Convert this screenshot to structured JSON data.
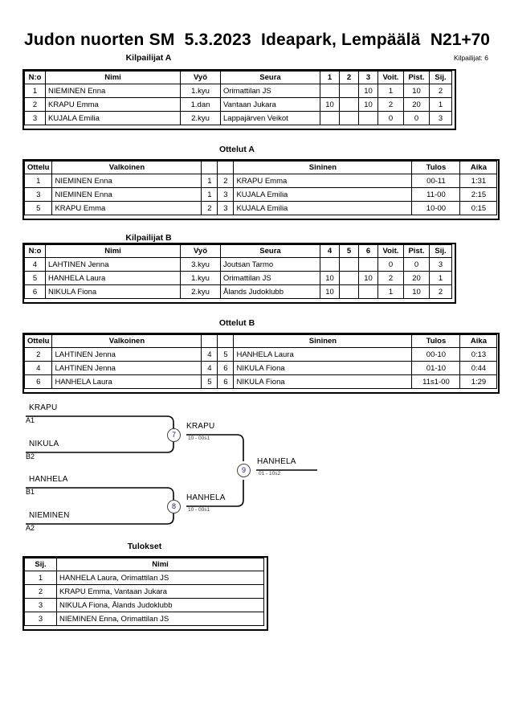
{
  "header": {
    "title": "Judon nuorten SM  5.3.2023  Ideapark, Lempäälä",
    "category": "N21+70",
    "entrants_label": "Kilpailijat: 6"
  },
  "pool_a": {
    "caption": "Kilpailijat A",
    "columns": [
      "N:o",
      "Nimi",
      "Vyö",
      "Seura",
      "1",
      "2",
      "3",
      "Voit.",
      "Pist.",
      "Sij."
    ],
    "rows": [
      {
        "no": "1",
        "name": "NIEMINEN Enna",
        "belt": "1.kyu",
        "club": "Orimattilan JS",
        "m1": "",
        "m2": "",
        "m3": "10",
        "wins": "1",
        "points": "10",
        "rank": "2"
      },
      {
        "no": "2",
        "name": "KRAPU Emma",
        "belt": "1.dan",
        "club": "Vantaan Jukara",
        "m1": "10",
        "m2": "",
        "m3": "10",
        "wins": "2",
        "points": "20",
        "rank": "1"
      },
      {
        "no": "3",
        "name": "KUJALA Emilia",
        "belt": "2.kyu",
        "club": "Lappajärven Veikot",
        "m1": "",
        "m2": "",
        "m3": "",
        "wins": "0",
        "points": "0",
        "rank": "3"
      }
    ]
  },
  "matches_a": {
    "caption": "Ottelut A",
    "columns": [
      "Ottelu",
      "Valkoinen",
      "",
      "",
      "Sininen",
      "Tulos",
      "Aika"
    ],
    "rows": [
      {
        "no": "1",
        "white": "NIEMINEN Enna",
        "wn": "1",
        "bn": "2",
        "blue": "KRAPU Emma",
        "result": "00-11",
        "time": "1:31"
      },
      {
        "no": "3",
        "white": "NIEMINEN Enna",
        "wn": "1",
        "bn": "3",
        "blue": "KUJALA Emilia",
        "result": "11-00",
        "time": "2:15"
      },
      {
        "no": "5",
        "white": "KRAPU Emma",
        "wn": "2",
        "bn": "3",
        "blue": "KUJALA Emilia",
        "result": "10-00",
        "time": "0:15"
      }
    ]
  },
  "pool_b": {
    "caption": "Kilpailijat B",
    "columns": [
      "N:o",
      "Nimi",
      "Vyö",
      "Seura",
      "4",
      "5",
      "6",
      "Voit.",
      "Pist.",
      "Sij."
    ],
    "rows": [
      {
        "no": "4",
        "name": "LAHTINEN Jenna",
        "belt": "3.kyu",
        "club": "Joutsan Tarmo",
        "m1": "",
        "m2": "",
        "m3": "",
        "wins": "0",
        "points": "0",
        "rank": "3"
      },
      {
        "no": "5",
        "name": "HANHELA Laura",
        "belt": "1.kyu",
        "club": "Orimattilan JS",
        "m1": "10",
        "m2": "",
        "m3": "10",
        "wins": "2",
        "points": "20",
        "rank": "1"
      },
      {
        "no": "6",
        "name": "NIKULA Fiona",
        "belt": "2.kyu",
        "club": "Ålands Judoklubb",
        "m1": "10",
        "m2": "",
        "m3": "",
        "wins": "1",
        "points": "10",
        "rank": "2"
      }
    ]
  },
  "matches_b": {
    "caption": "Ottelut B",
    "columns": [
      "Ottelu",
      "Valkoinen",
      "",
      "",
      "Sininen",
      "Tulos",
      "Aika"
    ],
    "rows": [
      {
        "no": "2",
        "white": "LAHTINEN Jenna",
        "wn": "4",
        "bn": "5",
        "blue": "HANHELA Laura",
        "result": "00-10",
        "time": "0:13"
      },
      {
        "no": "4",
        "white": "LAHTINEN Jenna",
        "wn": "4",
        "bn": "6",
        "blue": "NIKULA Fiona",
        "result": "01-10",
        "time": "0:44"
      },
      {
        "no": "6",
        "white": "HANHELA Laura",
        "wn": "5",
        "bn": "6",
        "blue": "NIKULA Fiona",
        "result": "11s1-00",
        "time": "1:29"
      }
    ]
  },
  "bracket": {
    "entries": [
      {
        "name": "KRAPU",
        "seed": "A1"
      },
      {
        "name": "NIKULA",
        "seed": "B2"
      },
      {
        "name": "HANHELA",
        "seed": "B1"
      },
      {
        "name": "NIEMINEN",
        "seed": "A2"
      }
    ],
    "semifinals": [
      {
        "number": "7",
        "winner": "KRAPU",
        "score": "10 - 00s1"
      },
      {
        "number": "8",
        "winner": "HANHELA",
        "score": "10 - 00s1"
      }
    ],
    "final": {
      "number": "9",
      "winner": "HANHELA",
      "score": "01 - 10s2"
    }
  },
  "results": {
    "caption": "Tulokset",
    "columns": [
      "Sij.",
      "Nimi"
    ],
    "rows": [
      {
        "rank": "1",
        "name": "HANHELA Laura, Orimattilan JS"
      },
      {
        "rank": "2",
        "name": "KRAPU Emma, Vantaan Jukara"
      },
      {
        "rank": "3",
        "name": "NIKULA Fiona, Ålands Judoklubb"
      },
      {
        "rank": "3",
        "name": "NIEMINEN Enna, Orimattilan JS"
      }
    ]
  }
}
